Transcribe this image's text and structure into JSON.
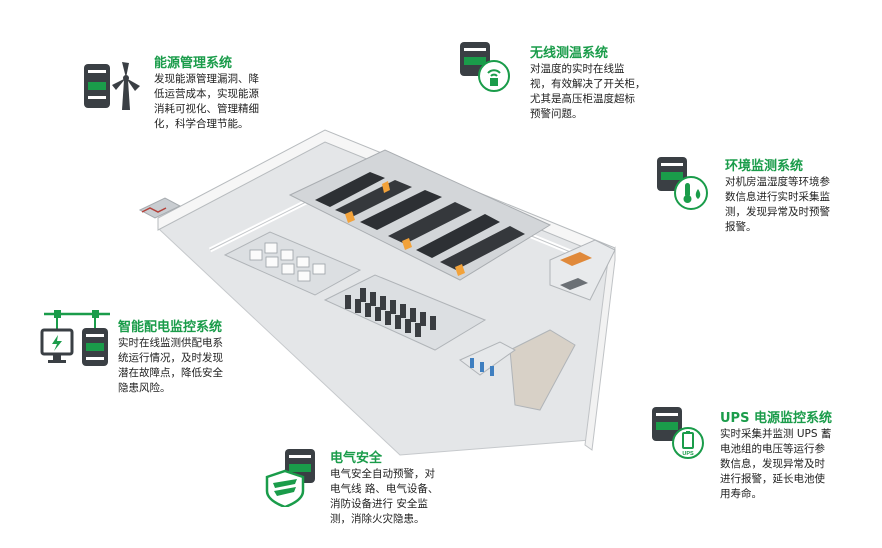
{
  "colors": {
    "accent_green": "#1a9c4a",
    "dark_icon": "#3a3f44",
    "text": "#222222"
  },
  "features": {
    "energy": {
      "title": "能源管理系统",
      "lines": [
        "发现能源管理漏洞、降",
        "低运营成本，实现能源",
        "消耗可视化、管理精细",
        "化，科学合理节能。"
      ],
      "icon": "server-wind-turbine-icon"
    },
    "wireless_temp": {
      "title": "无线测温系统",
      "lines": [
        "对温度的实时在线监",
        "视，有效解决了开关柜，",
        "尤其是高压柜温度超标",
        "预警问题。"
      ],
      "icon": "server-wireless-sensor-icon"
    },
    "environment": {
      "title": "环境监测系统",
      "lines": [
        "对机房温湿度等环境参",
        "数信息进行实时采集监",
        "测，发现异常及时预警",
        "报警。"
      ],
      "icon": "server-thermometer-icon"
    },
    "power_distribution": {
      "title": "智能配电监控系统",
      "lines": [
        "实时在线监测供配电系",
        "统运行情况，及时发现",
        "潜在故障点，降低安全",
        "隐患风险。"
      ],
      "icon": "monitor-power-icon"
    },
    "electrical_safety": {
      "title": "电气安全",
      "lines": [
        "电气安全自动预警，对",
        "电气线 路、电气设备、",
        "消防设备进行 安全监",
        "测，消除火灾隐患。"
      ],
      "icon": "server-shield-icon"
    },
    "ups": {
      "title": "UPS 电源监控系统",
      "lines": [
        "实时采集并监测 UPS 蓄",
        "电池组的电压等运行参",
        "数信息，发现异常及时",
        "进行报警，延长电池使",
        "用寿命。"
      ],
      "icon": "server-ups-icon",
      "badge": "UPS"
    }
  }
}
